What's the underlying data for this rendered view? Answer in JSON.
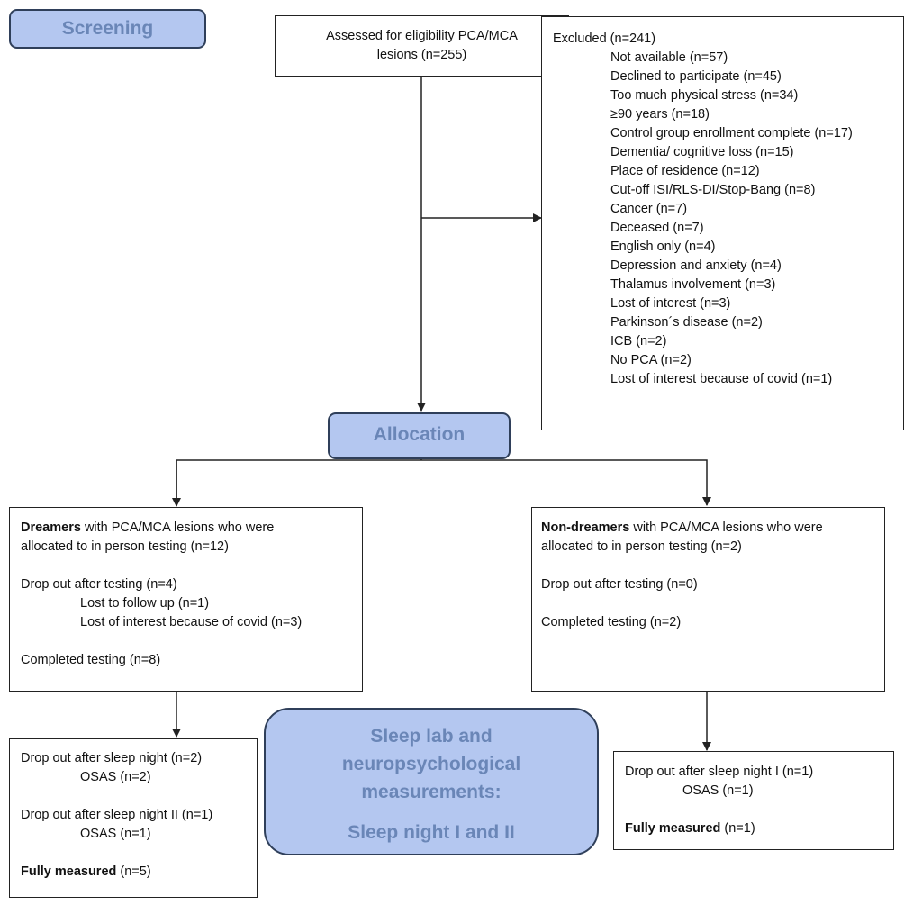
{
  "colors": {
    "stage_fill": "#b4c7f0",
    "stage_text": "#6a86b7",
    "line": "#222222"
  },
  "stages": {
    "screening": "Screening",
    "allocation": "Allocation",
    "sleep_lab": [
      "Sleep lab and",
      "neuropsychological",
      "measurements:",
      "",
      "Sleep night I and II"
    ]
  },
  "assessed": [
    "Assessed for eligibility PCA/MCA",
    "lesions (n=255)"
  ],
  "excluded": {
    "title": "Excluded (n=241)",
    "reasons": [
      "Not available (n=57)",
      "Declined to participate (n=45)",
      "Too much physical stress (n=34)",
      "≥90 years (n=18)",
      "Control group enrollment complete (n=17)",
      "Dementia/ cognitive loss (n=15)",
      "Place of residence (n=12)",
      "Cut-off ISI/RLS-DI/Stop-Bang (n=8)",
      "Cancer (n=7)",
      "Deceased (n=7)",
      "English only (n=4)",
      "Depression and anxiety (n=4)",
      "Thalamus involvement (n=3)",
      "Lost of interest (n=3)",
      "Parkinson´s disease (n=2)",
      "ICB (n=2)",
      "No PCA (n=2)",
      "Lost of interest because of covid (n=1)"
    ]
  },
  "dreamers": {
    "bold": "Dreamers",
    "line1_rest": " with PCA/MCA lesions who were",
    "line2": "allocated to in person testing (n=12)",
    "dropout": "Drop out after testing (n=4)",
    "dropout_reasons": [
      "Lost to follow up (n=1)",
      "Lost of interest because of covid (n=3)"
    ],
    "completed": "Completed testing (n=8)"
  },
  "non_dreamers": {
    "bold": "Non-dreamers",
    "line1_rest": " with PCA/MCA lesions who were",
    "line2": "allocated to in person testing (n=2)",
    "dropout": "Drop out after testing (n=0)",
    "completed": "Completed testing (n=2)"
  },
  "dreamers_sleep": {
    "dropout1": "Drop out after sleep night (n=2)",
    "reason1": "OSAS (n=2)",
    "dropout2": "Drop out after sleep night II (n=1)",
    "reason2": "OSAS (n=1)",
    "fully_bold": "Fully measured",
    "fully_rest": " (n=5)"
  },
  "non_dreamers_sleep": {
    "dropout1": "Drop out after sleep night I (n=1)",
    "reason1": "OSAS (n=1)",
    "fully_bold": "Fully measured",
    "fully_rest": " (n=1)"
  }
}
